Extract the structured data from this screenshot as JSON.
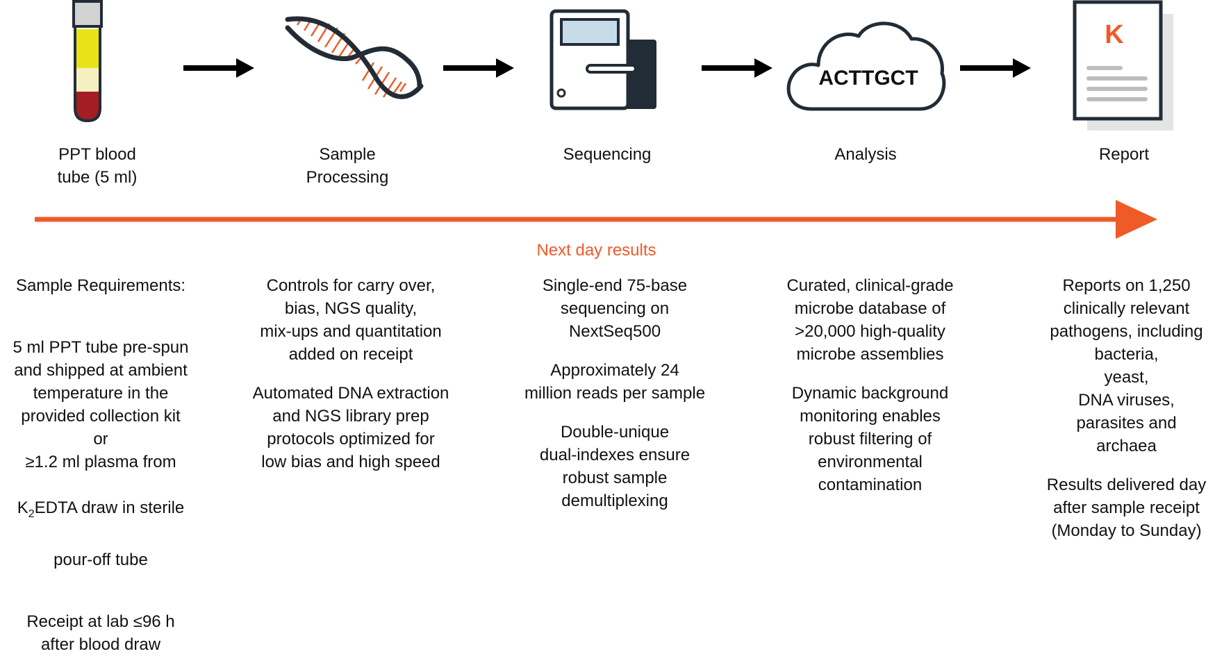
{
  "colors": {
    "accent": "#f05a28",
    "dark": "#222c36",
    "tube_yellow": "#e8e319",
    "tube_cream": "#f6f0c0",
    "tube_red": "#a41c24"
  },
  "steps": [
    {
      "label": "PPT blood\ntube (5 ml)",
      "icon": "blood-tube-icon"
    },
    {
      "label": "Sample\nProcessing",
      "icon": "dna-icon"
    },
    {
      "label": "Sequencing",
      "icon": "sequencer-icon"
    },
    {
      "label": "Analysis",
      "icon": "cloud-icon",
      "icon_text": "ACTTGCT"
    },
    {
      "label": "Report",
      "icon": "report-icon",
      "logo_text": "K"
    }
  ],
  "timeline": {
    "label": "Next day results"
  },
  "columns": [
    {
      "title": "Sample Requirements:",
      "paragraphs": [
        "5 ml PPT tube pre-spun\nand shipped at ambient\ntemperature in the\nprovided collection kit\nor\n≥1.2 ml plasma from",
        "pour-off tube",
        "Receipt at lab ≤96 h\nafter blood draw"
      ],
      "k2_line": {
        "pre": "K",
        "sub": "2",
        "post": "EDTA draw in sterile"
      }
    },
    {
      "paragraphs": [
        "Controls for carry over,\nbias, NGS quality,\nmix-ups and quantitation\nadded on receipt",
        "Automated DNA extraction\nand NGS library prep\nprotocols optimized for\nlow bias and high speed"
      ]
    },
    {
      "paragraphs": [
        "Single-end 75-base\nsequencing on\nNextSeq500",
        "Approximately 24\nmillion reads per sample",
        "Double-unique\ndual-indexes ensure\nrobust sample\ndemultiplexing"
      ]
    },
    {
      "paragraphs": [
        "Curated, clinical-grade\nmicrobe database of\n>20,000 high-quality\nmicrobe assemblies",
        "Dynamic background\nmonitoring enables\nrobust filtering of\nenvironmental\ncontamination"
      ]
    },
    {
      "paragraphs": [
        "Reports on 1,250\nclinically relevant\npathogens, including\nbacteria,\nyeast,\nDNA viruses,\nparasites and\narchaea",
        "Results delivered day\nafter sample receipt\n(Monday to Sunday)"
      ]
    }
  ]
}
